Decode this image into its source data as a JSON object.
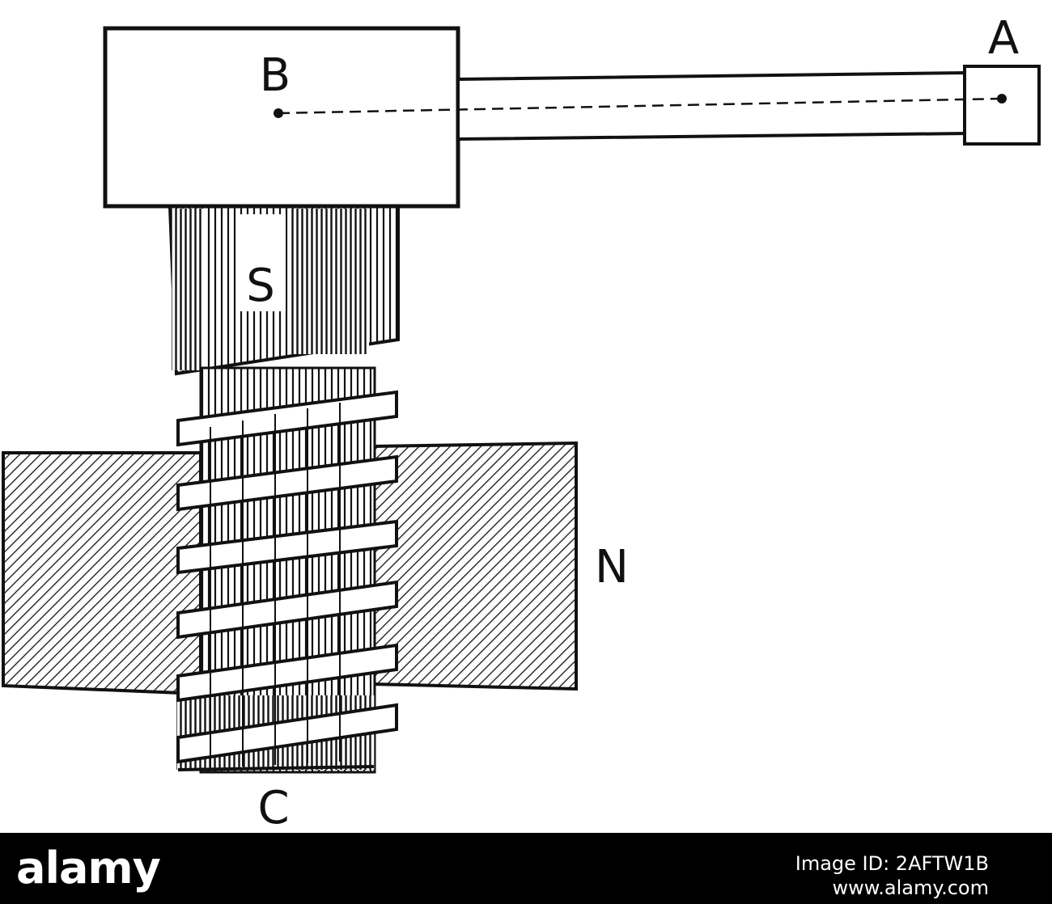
{
  "labels": {
    "a": "A",
    "b": "B",
    "s": "S",
    "n": "N",
    "c": "C"
  },
  "footer": {
    "brand": "alamy",
    "image_id": "Image ID: 2AFTW1B",
    "site": "www.alamy.com"
  },
  "colors": {
    "ink": "#111111",
    "background": "#ffffff",
    "footer_bg": "#000000",
    "footer_text": "#ffffff"
  }
}
